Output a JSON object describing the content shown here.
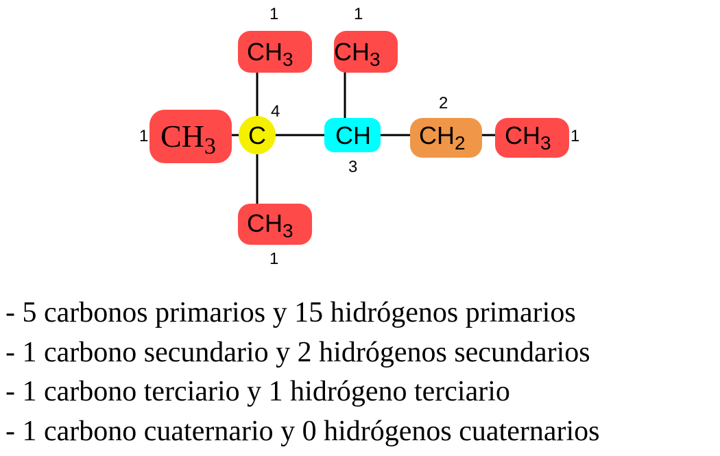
{
  "colors": {
    "primary": "#ff4a4a",
    "secondary": "#f09648",
    "tertiary": "#00ffff",
    "quaternary": "#f4f000"
  },
  "groups": {
    "ch3_top_left": {
      "main": "CH",
      "sub": "3"
    },
    "ch3_top_right": {
      "main": "CH",
      "sub": "3"
    },
    "ch3_left": {
      "main": "CH",
      "sub": "3"
    },
    "ch3_bottom": {
      "main": "CH",
      "sub": "3"
    },
    "ch3_right": {
      "main": "CH",
      "sub": "3"
    },
    "c_quaternary": {
      "main": "C"
    },
    "ch_tertiary": {
      "main": "CH"
    },
    "ch2_secondary": {
      "main": "CH",
      "sub": "2"
    }
  },
  "numbers": {
    "top_left": "1",
    "top_right": "1",
    "left": "1",
    "bottom": "1",
    "right": "1",
    "quaternary": "4",
    "tertiary": "3",
    "secondary": "2"
  },
  "summary": [
    "- 5 carbonos primarios y 15 hidrógenos primarios",
    "- 1 carbono secundario y 2 hidrógenos secundarios",
    "- 1 carbono terciario y 1 hidrógeno terciario",
    "- 1 carbono cuaternario y 0 hidrógenos cuaternarios"
  ]
}
